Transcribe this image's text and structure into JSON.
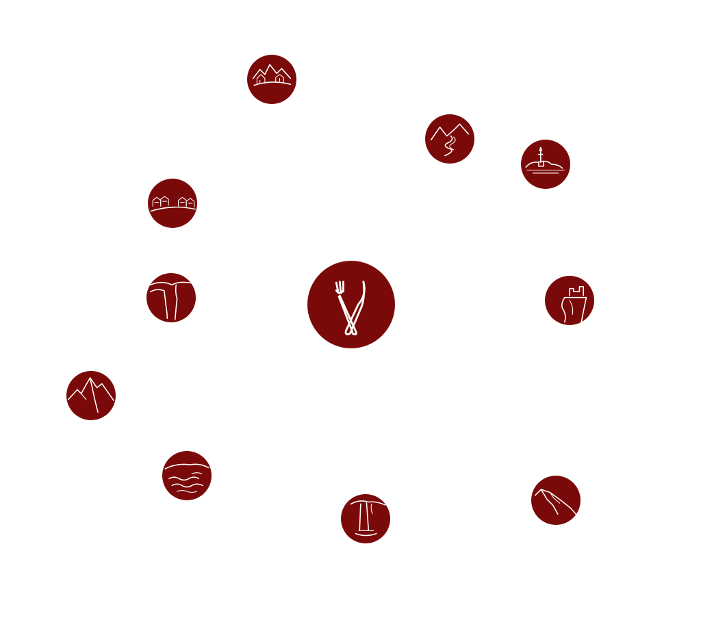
{
  "theme": {
    "circle_color": "#7a0a09",
    "icon_color": "#ffffff",
    "background": "#ffffff"
  },
  "center": {
    "icon": "cutlery-icon"
  },
  "destinations": [
    {
      "id": "village-houses",
      "icon": "mountain-village-icon"
    },
    {
      "id": "valley-river",
      "icon": "valley-river-icon"
    },
    {
      "id": "island-church",
      "icon": "island-church-icon"
    },
    {
      "id": "farmhouses",
      "icon": "farmhouses-icon"
    },
    {
      "id": "gorge",
      "icon": "gorge-icon"
    },
    {
      "id": "castle-cliff",
      "icon": "castle-cliff-icon"
    },
    {
      "id": "alpine-peaks",
      "icon": "alpine-peaks-icon"
    },
    {
      "id": "lake-waves",
      "icon": "lake-waves-icon"
    },
    {
      "id": "waterfall",
      "icon": "waterfall-icon"
    },
    {
      "id": "mountain-ridge",
      "icon": "mountain-ridge-icon"
    }
  ]
}
